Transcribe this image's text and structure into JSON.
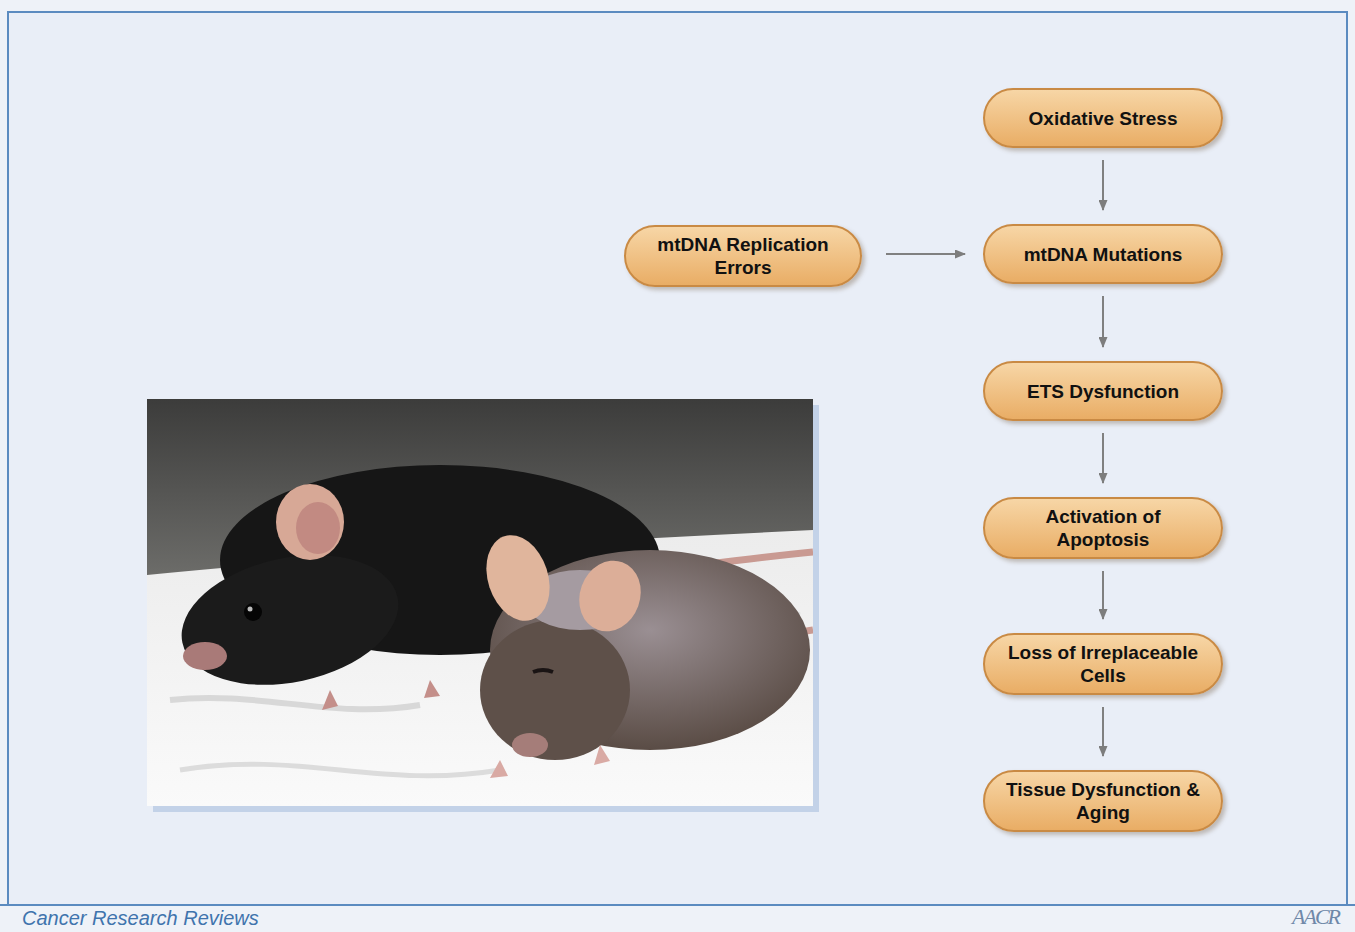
{
  "diagram": {
    "nodes": [
      {
        "text": [
          "Oxidative Stress"
        ]
      },
      {
        "text": [
          "mtDNA Replication Errors"
        ]
      },
      {
        "text": [
          "mtDNA Mutations"
        ]
      },
      {
        "text": [
          "ETS Dysfunction"
        ]
      },
      {
        "text": [
          "Activation of Apoptosis"
        ]
      },
      {
        "text": [
          "Loss of Irreplaceable Cells"
        ]
      },
      {
        "text": [
          "Tissue Dysfunction & Aging"
        ]
      }
    ],
    "edges": [
      {
        "from": 0,
        "to": 2,
        "arrow": "to"
      },
      {
        "from": 1,
        "to": 2,
        "arrow": "to"
      },
      {
        "from": 2,
        "to": 3,
        "arrow": "to"
      },
      {
        "from": 3,
        "to": 4,
        "arrow": "to"
      },
      {
        "from": 4,
        "to": 5,
        "arrow": "to"
      },
      {
        "from": 5,
        "to": 6,
        "arrow": "to"
      }
    ],
    "labels": [
      "Cancer Research Reviews",
      "AACR"
    ]
  }
}
